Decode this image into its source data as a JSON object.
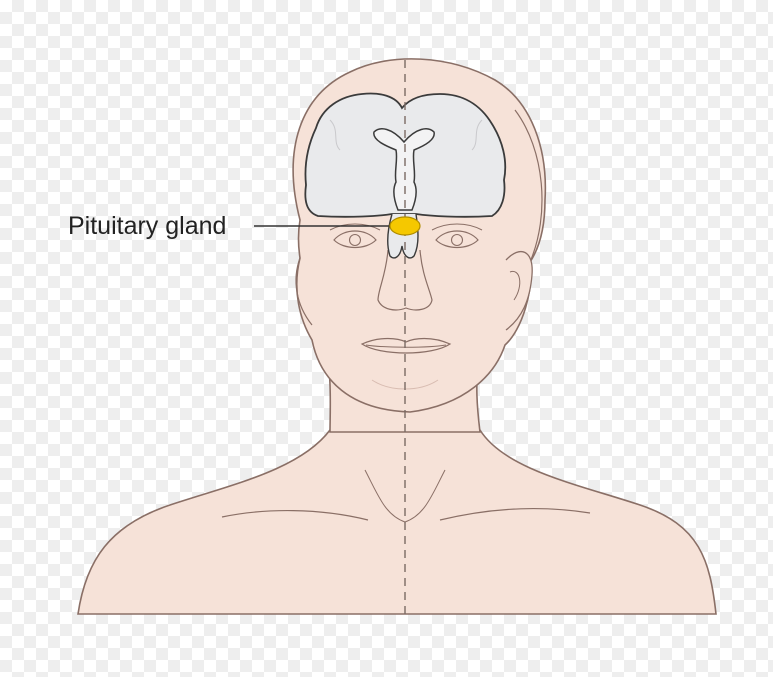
{
  "labels": {
    "pituitary": "Pituitary gland"
  },
  "icons": {
    "figure": "head-and-shoulders-silhouette",
    "brain": "brain-coronal-section",
    "gland": "pituitary-gland-highlight"
  },
  "colors": {
    "skin": "#f6e2d8",
    "outline": "#8a6f66",
    "brain_fill": "#e9eaec",
    "brain_outline": "#3b3b3b",
    "gland": "#f5c800",
    "gland_outline": "#b08d00",
    "leader_line": "#333333",
    "midline": "#7a6a64"
  }
}
